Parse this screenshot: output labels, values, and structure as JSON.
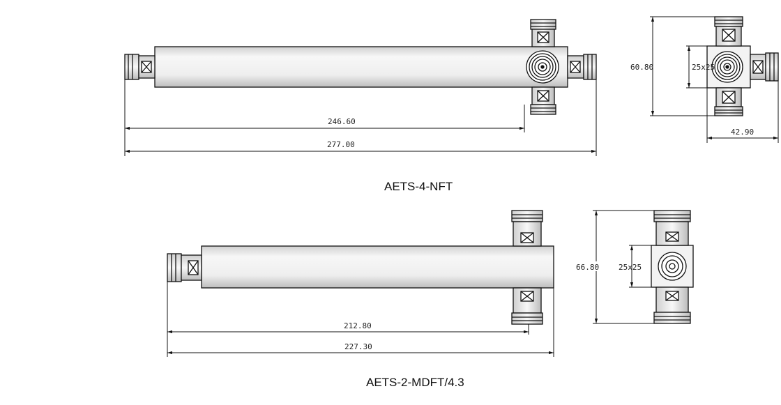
{
  "products": [
    {
      "caption": "AETS-4-NFT",
      "dims": {
        "inner_length": "246.60",
        "total_length": "277.00",
        "height": "60.80",
        "flange": "25x25",
        "width": "42.90"
      }
    },
    {
      "caption": "AETS-2-MDFT/4.3",
      "dims": {
        "inner_length": "212.80",
        "total_length": "227.30",
        "height": "66.80",
        "flange": "25x25"
      }
    }
  ],
  "colors": {
    "line": "#111111",
    "body_light": "#f4f4f4",
    "body_dark": "#bdbdbd"
  }
}
